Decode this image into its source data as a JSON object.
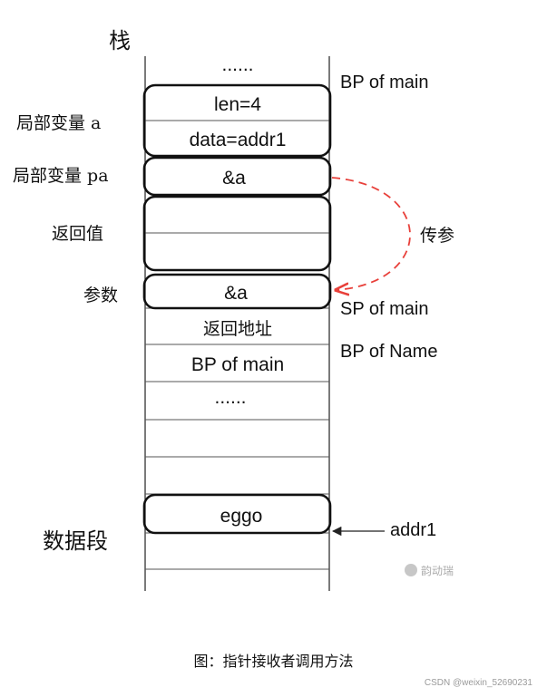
{
  "stack_title": "栈",
  "data_segment_title": "数据段",
  "cells": {
    "dots_top": "......",
    "len": "len=4",
    "data": "data=addr1",
    "pa_value": "&a",
    "param_value": "&a",
    "return_addr": "返回地址",
    "bp_main_inner": "BP of main",
    "dots_mid": "......",
    "eggo": "eggo"
  },
  "left_labels": {
    "local_a": "局部变量 a",
    "local_pa": "局部变量 pa",
    "return_value": "返回值",
    "param": "参数"
  },
  "right_labels": {
    "bp_of_main": "BP of main",
    "pass_param": "传参",
    "sp_of_main": "SP of main",
    "bp_of_name": "BP of Name",
    "addr1": "addr1"
  },
  "caption": "图：指针接收者调用方法",
  "watermark": "CSDN @weixin_52690231",
  "logo_text": "韵动瑞",
  "colors": {
    "line": "#222222",
    "arrow_dashed": "#e8403a"
  }
}
